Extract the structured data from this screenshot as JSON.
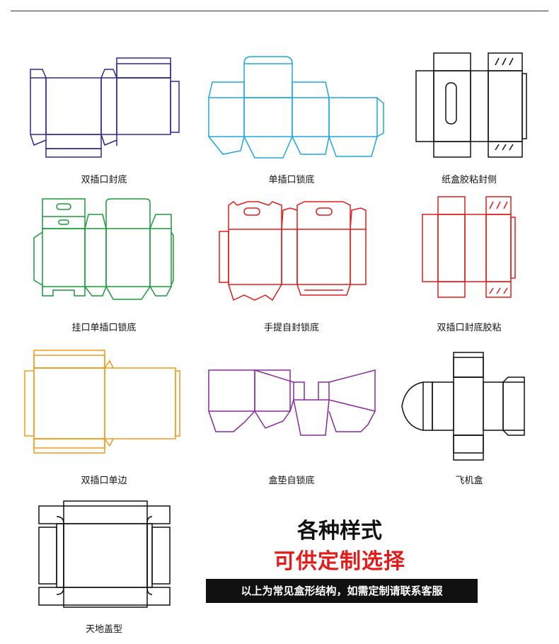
{
  "colors": {
    "navy": "#2b2a8c",
    "cyan": "#1ea7df",
    "black": "#111111",
    "green": "#1a9a3a",
    "red": "#e21b1b",
    "orange": "#f39a1a",
    "purple": "#8a2a9a"
  },
  "boxes": [
    {
      "label": "双插口封底",
      "color": "#2b2a8c"
    },
    {
      "label": "单插口锁底",
      "color": "#1ea7df"
    },
    {
      "label": "纸盒胶粘封侧",
      "color": "#111111"
    },
    {
      "label": "挂口单插口锁底",
      "color": "#1a9a3a"
    },
    {
      "label": "手提自封锁底",
      "color": "#e21b1b"
    },
    {
      "label": "双插口封底胶粘",
      "color": "#e21b1b"
    },
    {
      "label": "双插口单边",
      "color": "#f39a1a"
    },
    {
      "label": "盒垫自锁底",
      "color": "#8a2a9a"
    },
    {
      "label": "飞机盒",
      "color": "#111111"
    },
    {
      "label": "天地盖型",
      "color": "#111111"
    }
  ],
  "headline": {
    "line1": "各种样式",
    "line2": "可供定制选择",
    "banner": "以上为常见盒形结构，如需定制请联系客服"
  }
}
